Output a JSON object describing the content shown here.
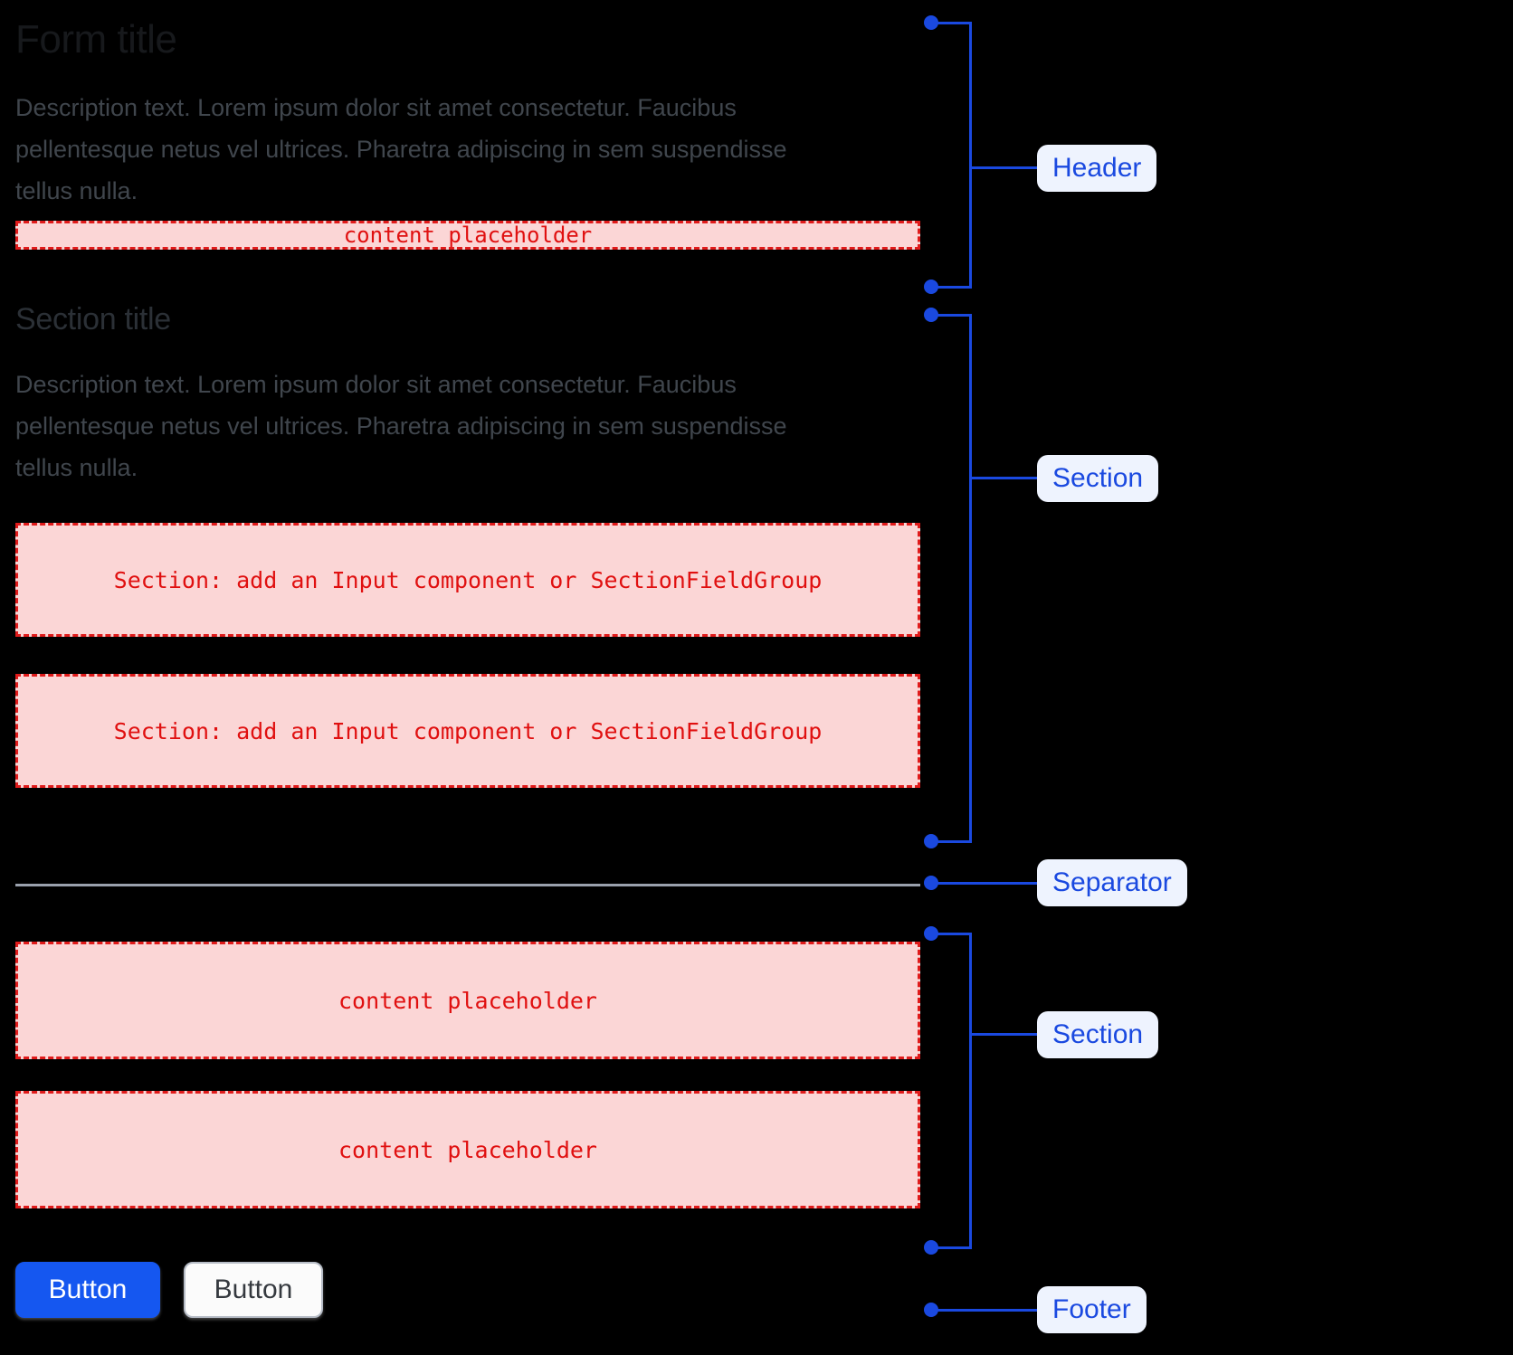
{
  "theme": {
    "background": "#000000",
    "annotation_blue": "#1a49e0",
    "annotation_label_bg": "#eef3fe",
    "placeholder_fill": "#fbd6d6",
    "placeholder_border": "#e01b1b",
    "placeholder_text": "#e01010",
    "separator_color": "#9aa1ad",
    "primary_button_bg": "#1557f0",
    "secondary_button_bg": "#fbfbfb"
  },
  "form": {
    "header": {
      "title": "Form title",
      "description": "Description text. Lorem ipsum dolor sit amet consectetur. Faucibus pellentesque netus vel ultrices. Pharetra adipiscing in sem suspendisse tellus nulla.",
      "placeholder": "content placeholder"
    },
    "section_one": {
      "title": "Section title",
      "description": "Description text. Lorem ipsum dolor sit amet consectetur. Faucibus pellentesque netus vel ultrices. Pharetra adipiscing in sem suspendisse tellus nulla.",
      "fields": [
        "Section: add an Input component or SectionFieldGroup",
        "Section: add an Input component or SectionFieldGroup"
      ]
    },
    "section_two": {
      "fields": [
        "content placeholder",
        "content placeholder"
      ]
    },
    "footer": {
      "primary_button": "Button",
      "secondary_button": "Button"
    }
  },
  "annotations": {
    "header": "Header",
    "section_one": "Section",
    "separator": "Separator",
    "section_two": "Section",
    "footer": "Footer"
  }
}
